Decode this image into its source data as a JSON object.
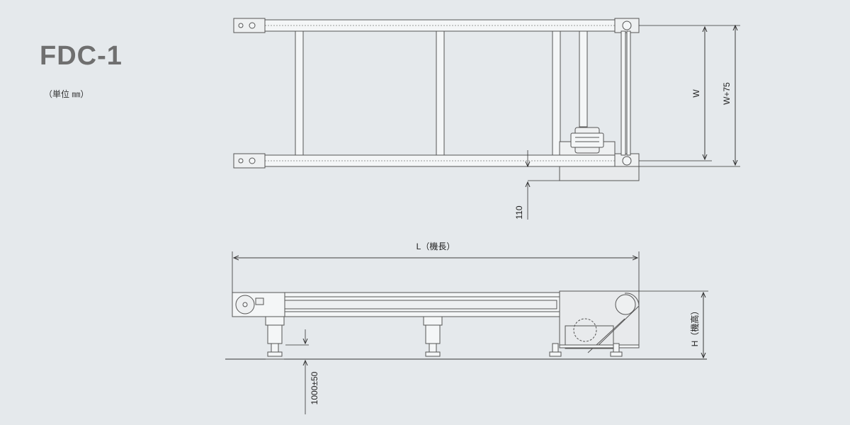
{
  "title": "FDC-1",
  "unit_note": "（単位 ㎜）",
  "dimensions": {
    "width": "W",
    "width_plus": "W+75",
    "offset": "110",
    "length": "L（機長）",
    "height": "H（機高）",
    "leg_height": "1000±50"
  },
  "colors": {
    "background": "#e5e9ec",
    "frame_fill": "#f4f6f7",
    "outline": "#555555",
    "housing_fill": "#e8eaec",
    "dimension_line": "#333333"
  }
}
